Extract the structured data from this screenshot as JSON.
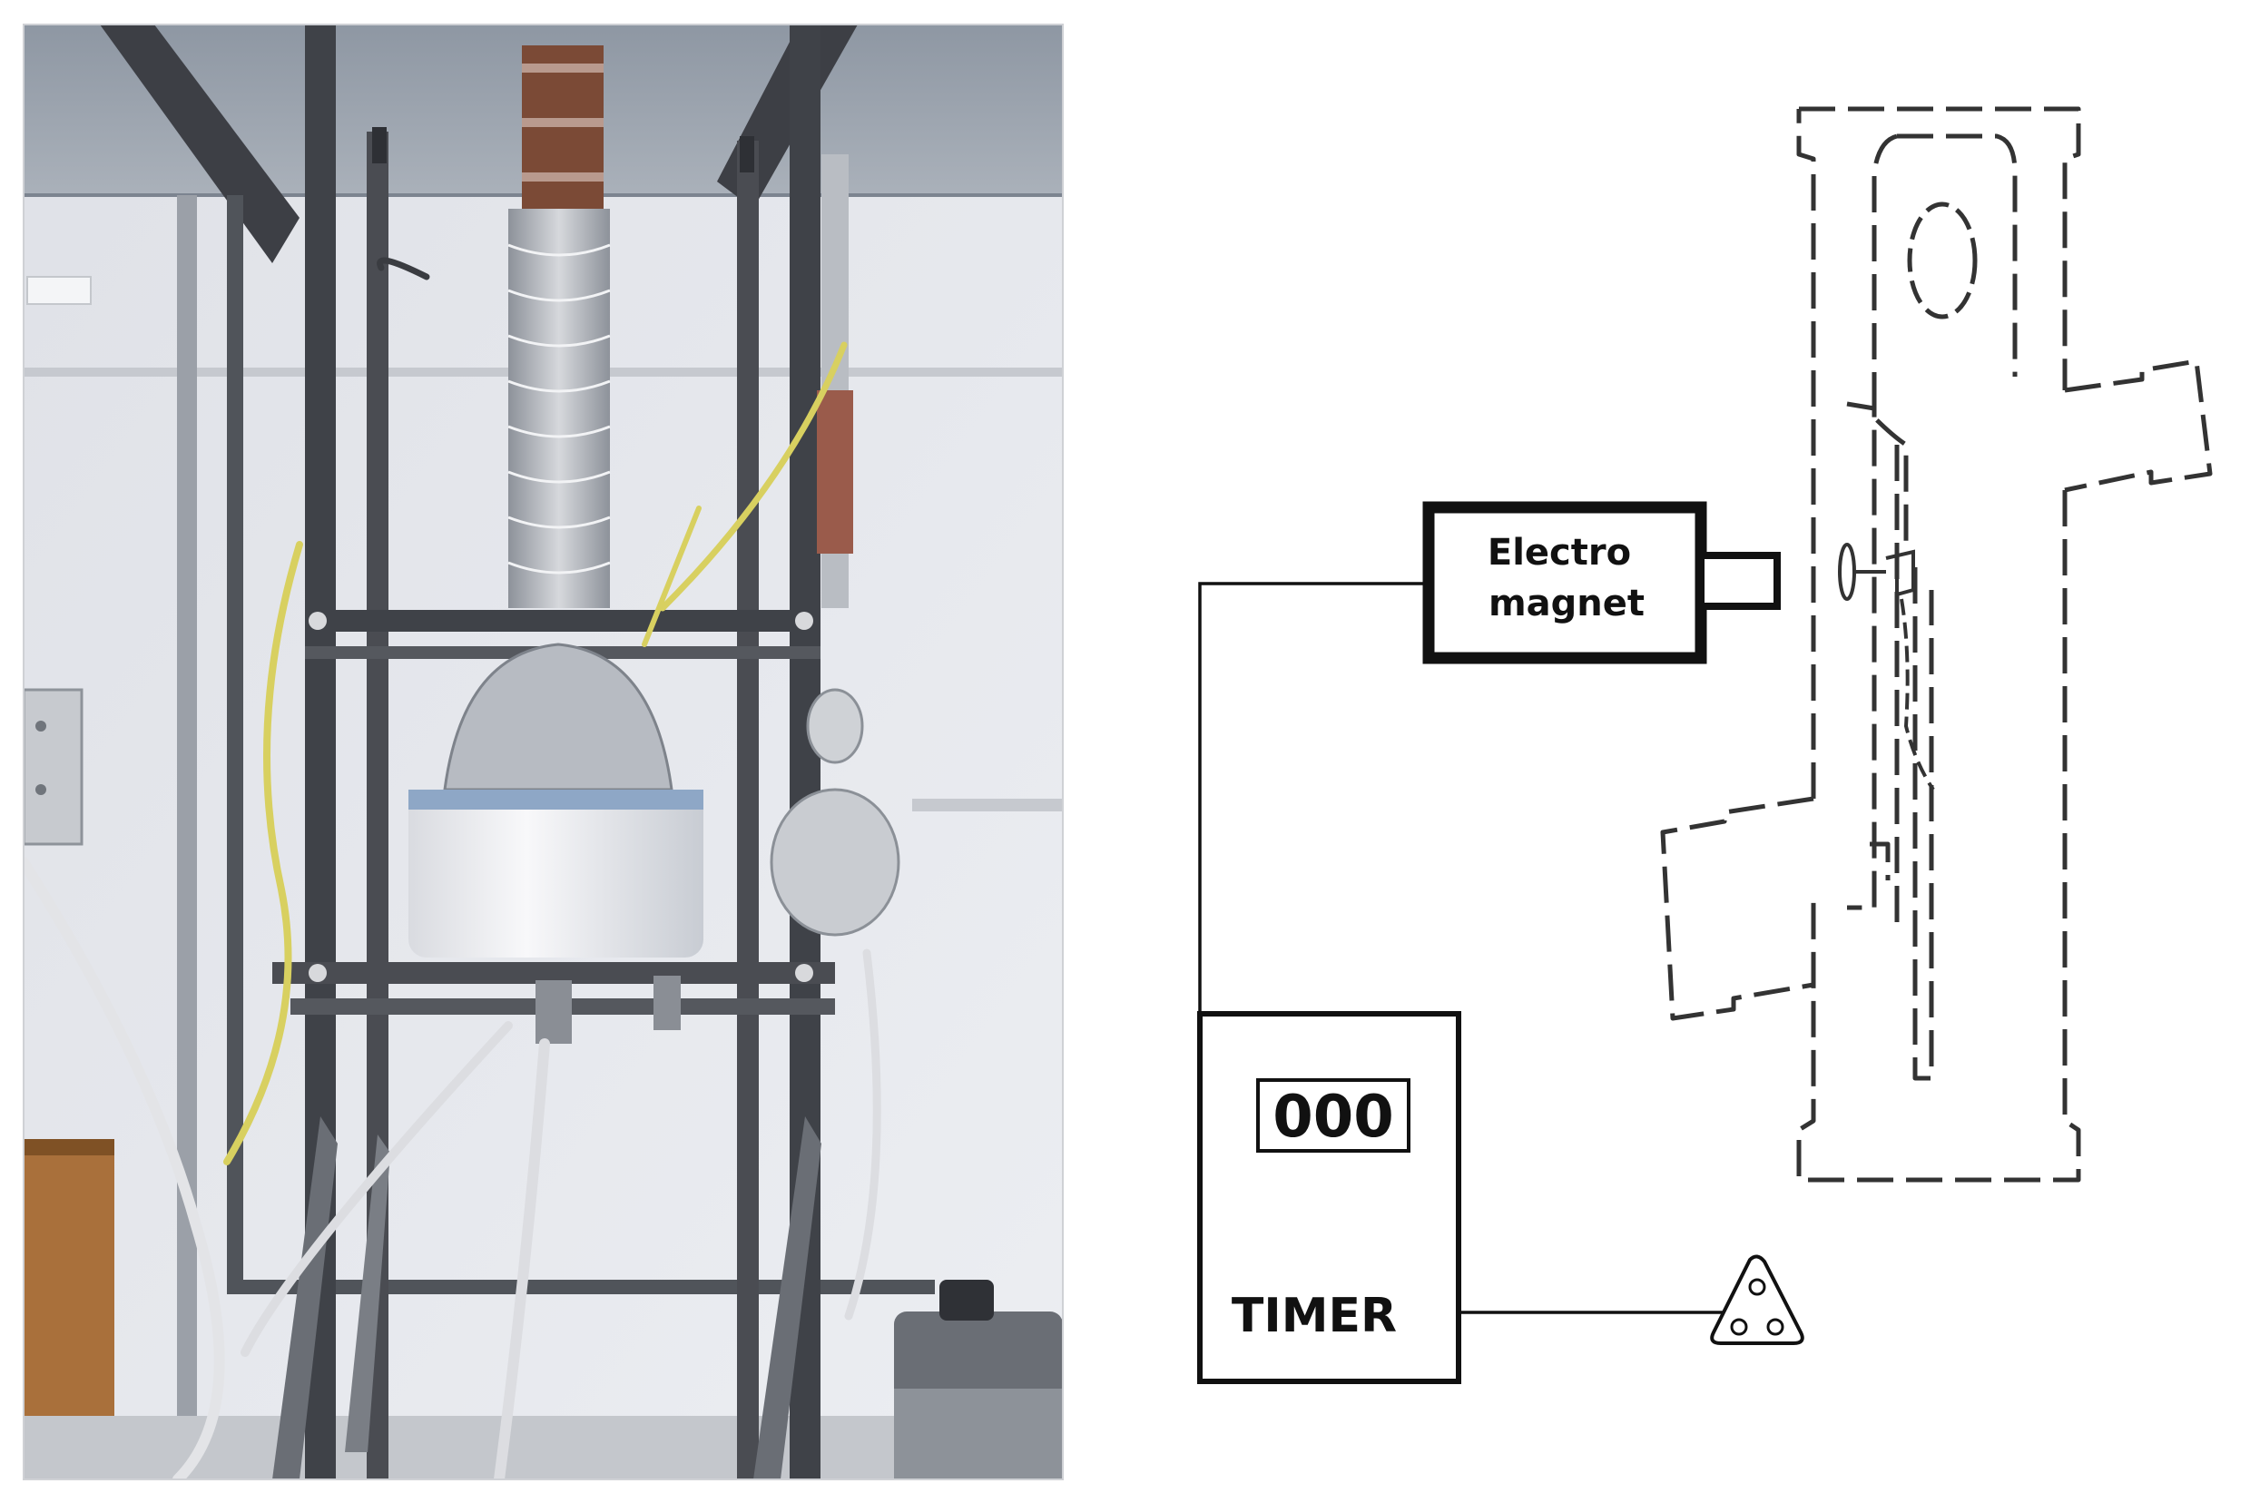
{
  "panels": {
    "photo": {
      "icon": "reactor-apparatus-photo"
    },
    "schematic": {
      "electromagnet_label_line1": "Electro",
      "electromagnet_label_line2": "magnet",
      "timer_label": "TIMER",
      "timer_display": "000",
      "sensor_icon": "triangular-sensor-icon"
    }
  },
  "colors": {
    "line": "#111111",
    "dash": "#333333",
    "photo_wall": "#e6e7ec",
    "photo_ceiling": "#9ea6b0",
    "rack": "#4a4c52",
    "jacket_white": "#f3f4f6",
    "hose_yellow": "#d8d060"
  }
}
